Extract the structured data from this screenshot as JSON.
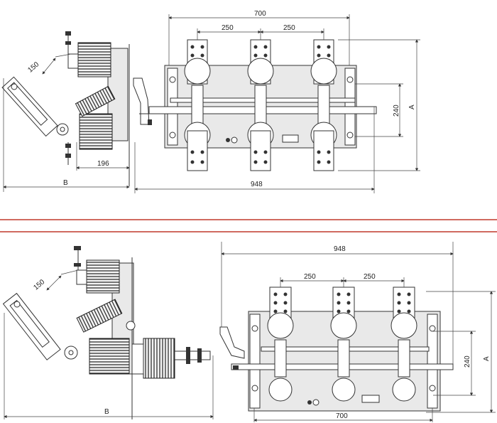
{
  "colors": {
    "line": "#333333",
    "separator": "#c0392b",
    "fill": "#e9e9e9"
  },
  "top_view": {
    "dim_width": "700",
    "dim_pitch_1": "250",
    "dim_pitch_2": "250",
    "dim_overall": "948",
    "dim_height": "240",
    "dim_a": "A",
    "side_dim_angle": "150",
    "side_dim_offset": "196",
    "side_dim_b": "B"
  },
  "bottom_view": {
    "dim_overall": "948",
    "dim_pitch_1": "250",
    "dim_pitch_2": "250",
    "dim_width": "700",
    "dim_height": "240",
    "dim_a": "A",
    "side_dim_angle": "150",
    "side_dim_b": "B"
  }
}
